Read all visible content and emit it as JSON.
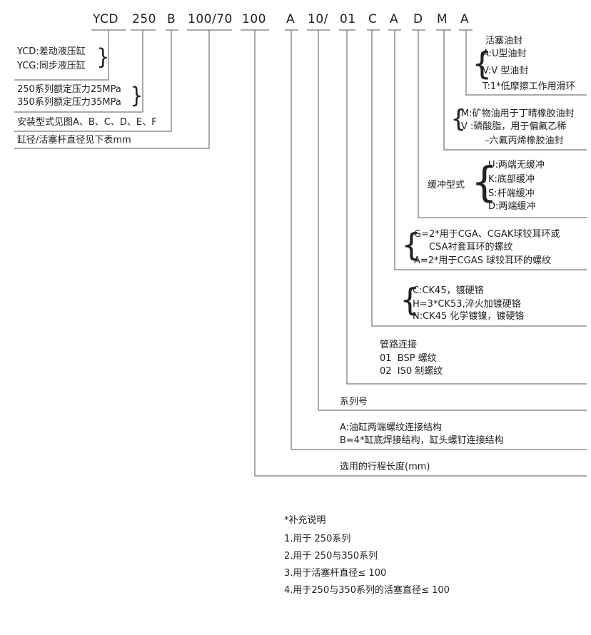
{
  "model_code": {
    "segments": [
      "YCD",
      "250",
      "B",
      "100/70",
      "100",
      "A",
      "10/",
      "01",
      "C",
      "A",
      "D",
      "M",
      "A"
    ]
  },
  "left_groups": {
    "cylinder_type": [
      "YCD:差动液压缸",
      "YCG:同步液压缸"
    ],
    "series": [
      "250系列额定压力25MPa",
      "350系列额定压力35MPa"
    ],
    "mounting": "安装型式见图A、B、C、D、E、F",
    "bore_rod": "缸径/活塞杆直径见下表mm"
  },
  "right_groups": {
    "piston_seal": {
      "title": "活塞油封",
      "items": [
        "A:U型油封",
        "V:V 型油封",
        "T:1*低摩擦工作用滑环"
      ]
    },
    "seal_material": {
      "items": [
        "M:矿物油用于丁晴橡胶油封",
        "V :磷酸脂，用于偏氟乙稀",
        "–六氟丙烯橡胶油封"
      ]
    },
    "cushion": {
      "title": "缓冲型式",
      "items": [
        "U:两端无缓冲",
        "K:底部缓冲",
        "S:杆端缓冲",
        "D:两端缓冲"
      ]
    },
    "thread": {
      "items": [
        "G=2*用于CGA、CGAK球铰耳环或",
        "CSA衬套耳环的螺纹",
        "A=2*用于CGAS 球铰耳环的螺纹"
      ]
    },
    "rod_material": {
      "items": [
        "C:CK45，镀硬铬",
        "H=3*CK53,淬火加镀硬铬",
        "N:CK45 化学镀镍，镀硬铬"
      ]
    },
    "pipe": {
      "title": "管路连接",
      "items": [
        "01  BSP 螺纹",
        "02  IS0 制螺纹"
      ]
    },
    "series_no": "系列号",
    "structure": [
      "A:油缸两端螺纹连接结构",
      "B=4*缸底焊接结构，缸头螺钉连接结构"
    ],
    "stroke": "选用的行程长度(mm)"
  },
  "notes": {
    "title": "*补充说明",
    "items": [
      "1.用于 250系列",
      "2.用于 250与350系列",
      "3.用于活塞杆直径≤ 100",
      "4.用于250与350系列的活塞直径≤ 100"
    ]
  }
}
